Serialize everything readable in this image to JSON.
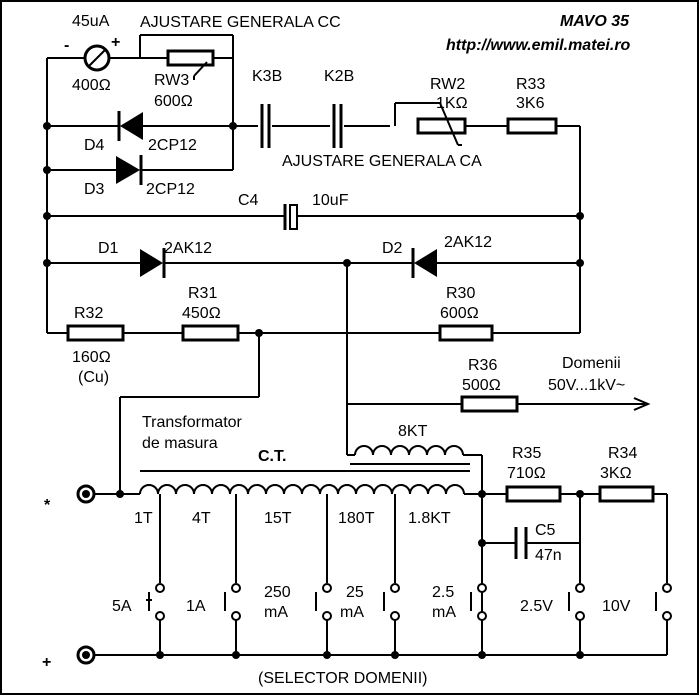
{
  "header": {
    "brand": "MAVO 35",
    "url": "http://www.emil.matei.ro"
  },
  "labels": {
    "meter_current": "45uA",
    "meter_resistance": "400Ω",
    "meter_minus": "-",
    "meter_plus": "+",
    "adj_dc": "AJUSTARE GENERALA CC",
    "adj_ac": "AJUSTARE GENERALA CA",
    "rw3_name": "RW3",
    "rw3_value": "600Ω",
    "k3b": "K3B",
    "k2b": "K2B",
    "rw2_name": "RW2",
    "rw2_value": "1KΩ",
    "r33_name": "R33",
    "r33_value": "3K6",
    "d4_name": "D4",
    "d4_type": "2CP12",
    "d3_name": "D3",
    "d3_type": "2CP12",
    "c4_name": "C4",
    "c4_value": "10uF",
    "d1_name": "D1",
    "d1_type": "2AK12",
    "d2_name": "D2",
    "d2_type": "2AK12",
    "r32_name": "R32",
    "r32_value": "160Ω",
    "r32_note": "(Cu)",
    "r31_name": "R31",
    "r31_value": "450Ω",
    "r30_name": "R30",
    "r30_value": "600Ω",
    "r36_name": "R36",
    "r36_value": "500Ω",
    "domenii_title": "Domenii",
    "domenii_range": "50V...1kV~",
    "transformer_1": "Transformator",
    "transformer_2": "de masura",
    "kt8": "8KT",
    "ct": "C.T.",
    "r35_name": "R35",
    "r35_value": "710Ω",
    "r34_name": "R34",
    "r34_value": "3KΩ",
    "c5_name": "C5",
    "c5_value": "47n",
    "tap_1t": "1T",
    "tap_4t": "4T",
    "tap_15t": "15T",
    "tap_180t": "180T",
    "tap_18kt": "1.8KT",
    "terminal_star": "*",
    "terminal_plus": "+",
    "sw_5a": "5A",
    "sw_1a": "1A",
    "sw_250": "250",
    "sw_250_unit": "mA",
    "sw_25": "25",
    "sw_25_unit": "mA",
    "sw_2p5": "2.5",
    "sw_2p5_unit": "mA",
    "sw_2p5v": "2.5V",
    "sw_10v": "10V",
    "selector": "(SELECTOR DOMENII)"
  }
}
